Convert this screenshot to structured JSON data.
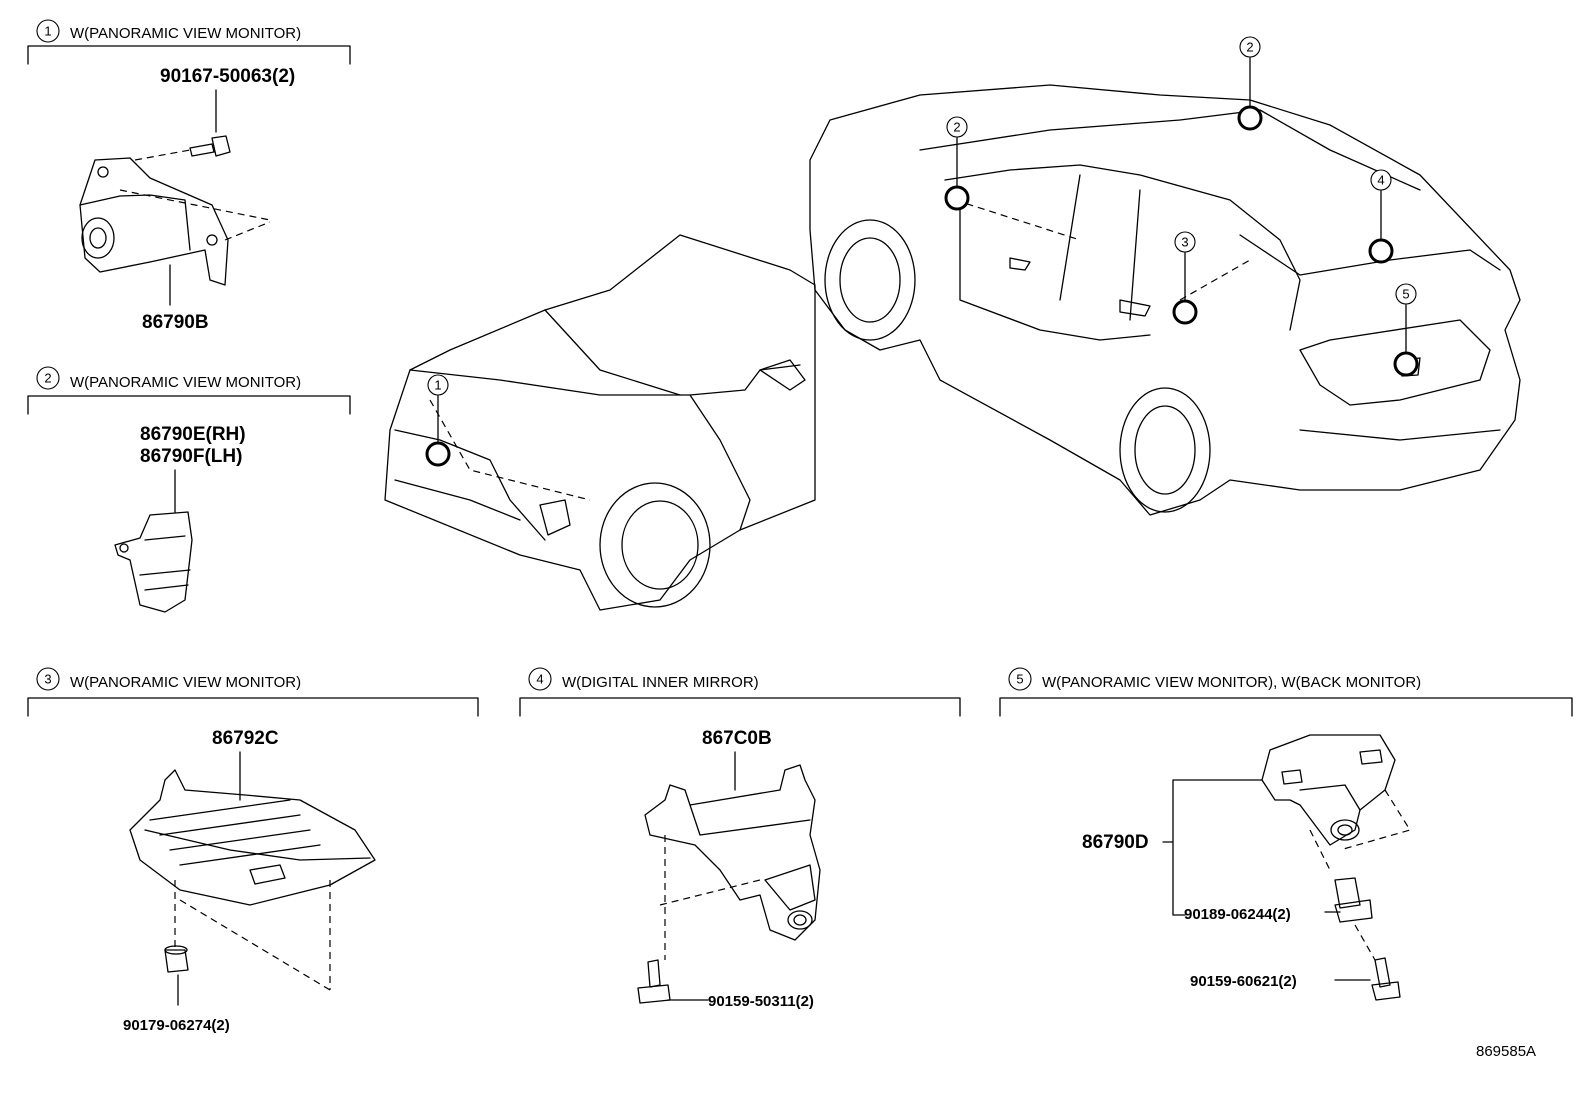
{
  "sections": [
    {
      "num": "1",
      "title": "W(PANORAMIC VIEW MONITOR)",
      "parts": [
        "90167-50063(2)",
        "86790B"
      ]
    },
    {
      "num": "2",
      "title": "W(PANORAMIC VIEW MONITOR)",
      "parts": [
        "86790E(RH)",
        "86790F(LH)"
      ]
    },
    {
      "num": "3",
      "title": "W(PANORAMIC VIEW MONITOR)",
      "parts": [
        "86792C",
        "90179-06274(2)"
      ]
    },
    {
      "num": "4",
      "title": "W(DIGITAL INNER MIRROR)",
      "parts": [
        "867C0B",
        "90159-50311(2)"
      ]
    },
    {
      "num": "5",
      "title": "W(PANORAMIC VIEW MONITOR), W(BACK MONITOR)",
      "parts": [
        "86790D",
        "90189-06244(2)",
        "90159-60621(2)"
      ]
    }
  ],
  "callouts": {
    "front_1": "1",
    "side_2": "2",
    "roof_2": "2",
    "pillar_3": "3",
    "rear_4": "4",
    "rear_5": "5"
  },
  "diagram_code": "869585A"
}
